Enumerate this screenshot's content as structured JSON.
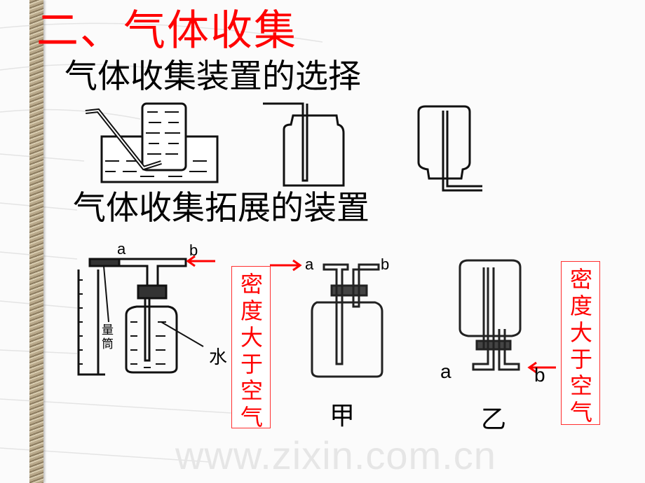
{
  "title": "二、气体收集",
  "section1": "气体收集装置的选择",
  "section2": "气体收集拓展的装置",
  "watermark": "www.zixin.com.cn",
  "labels": {
    "a": "a",
    "b": "b",
    "cylinder": "量筒",
    "water": "水",
    "jia": "甲",
    "yi": "乙"
  },
  "note_left": "密度大于空气",
  "note_right": "密度大于空气",
  "colors": {
    "accent": "#ff0000",
    "text": "#000000"
  }
}
